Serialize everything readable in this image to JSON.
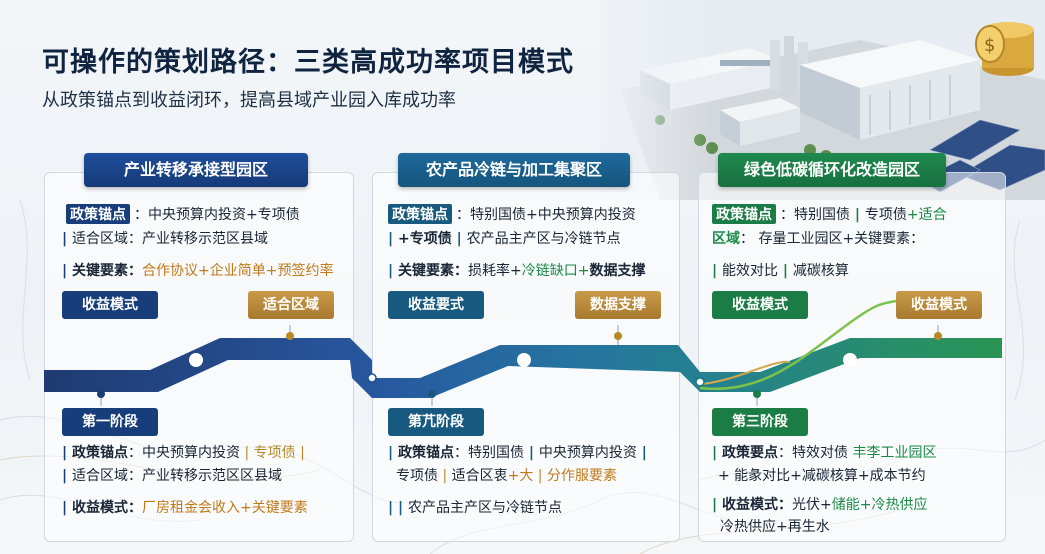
{
  "title": "可操作的策划路径：三类高成功率项目模式",
  "subtitle": "从政策锚点到收益闭环，提高县域产业园入库成功率",
  "columns": [
    {
      "header": "产业转移承接型园区",
      "policy_tag": "政策锚点",
      "policy_text": "：中央预算内投资+专项债",
      "region_tag": "适合区域",
      "region_text": "：产业转移示范区县域",
      "key_label": "关键要素：",
      "key_text": "合作协议+企业简单+预签约率",
      "left_pill": "收益模式",
      "right_pill": "适合区域",
      "stage_pill": "第一阶段",
      "s_policy_tag": "政策锚点",
      "s_policy_text": "：中央预算内投资",
      "s_policy_extra": "专项债",
      "s_region_tag": "适合区域",
      "s_region_text": "：产业转移示范区区县域",
      "s_income_label": "收益模式：",
      "s_income_text": "厂房租金会收入+关键要素"
    },
    {
      "header": "农产品冷链与加工集聚区",
      "policy_tag": "政策锚点",
      "policy_text": "：特别国债+中央预算内投资",
      "region_tag": "+专项债",
      "region_text": "农产品主产区与冷链节点",
      "key_label": "关键要素：",
      "key_text_1": "损耗率+",
      "key_text_2": "冷链缺口+",
      "key_text_3": "数据支撑",
      "left_pill": "收益要式",
      "right_pill": "数据支撑",
      "stage_pill": "第芁阶段",
      "s_policy_tag": "政策锚点",
      "s_policy_text": "：特别国债",
      "s_policy_mid": "中央预算内投资",
      "s_region_a": "专项债",
      "s_region_b": "适合区衷",
      "s_region_c": "+大",
      "s_region_d": "分作服要素",
      "s_income_text": "农产品主产区与冷链节点"
    },
    {
      "header": "绿色低碳循环化改造园区",
      "policy_tag": "政策锚点",
      "policy_text": "：特别国债",
      "policy_extra": "专项债",
      "policy_tail": "+适合",
      "region_tag": "区域",
      "region_text": "：   存量工业园区+关键要素：",
      "key_a": "能效对比",
      "key_b": "减碳核算",
      "left_pill": "收益模式",
      "right_pill": "收益模式",
      "stage_pill": "第三阶段",
      "s_policy_tag": "政策要点",
      "s_policy_text": "：特效对债",
      "s_policy_tail": "丰李工业园区",
      "s_region_text": "+ 能彖对比+减碳核算+成本节约",
      "s_income_label": "收益模式：",
      "s_income_text_1": "光伏+",
      "s_income_text_2": "储能+",
      "s_income_text_3": "冷热供应",
      "s_income_text_4": "冷热供应+再生水"
    }
  ],
  "colors": {
    "blue": "#173d7a",
    "teal": "#17597f",
    "green": "#1c7c45",
    "gold": "#b88a25"
  },
  "icons": [
    "map-background",
    "industrial-park-illustration",
    "coin-stack-icon",
    "solar-panels-icon"
  ]
}
